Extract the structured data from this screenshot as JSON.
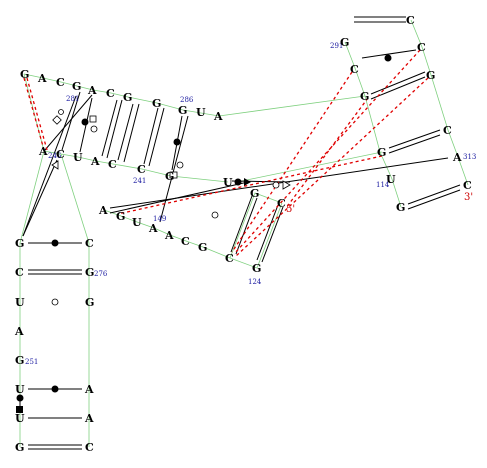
{
  "five_prime_label": "5'",
  "three_prime_label": "3'",
  "residue_numbers": {
    "n291": "291",
    "n281": "281",
    "n286": "286",
    "n246": "246",
    "n241": "241",
    "n149": "149",
    "n124": "124",
    "n313": "313",
    "n114": "114",
    "n276": "276",
    "n251": "251"
  },
  "nucleotides": {
    "n01": "G",
    "n02": "A",
    "n03": "C",
    "n04": "G",
    "n05": "A",
    "n06": "C",
    "n07": "G",
    "n08": "G",
    "n09": "G",
    "n10": "U",
    "n11": "A",
    "n12": "A",
    "n13": "C",
    "n14": "U",
    "n15": "A",
    "n16": "C",
    "n17": "C",
    "n18": "G",
    "n19": "A",
    "n20": "G",
    "n21": "U",
    "n22": "A",
    "n23": "A",
    "n24": "C",
    "n25": "G",
    "n26": "C",
    "n27": "G",
    "n28": "G",
    "n29": "C",
    "n30": "U",
    "n31": "G",
    "n32": "C",
    "n33": "G",
    "n34": "C",
    "n35": "C",
    "n36": "G",
    "n37": "A",
    "n38": "U",
    "n39": "G",
    "n40": "C",
    "n41": "C",
    "n42": "G",
    "n43": "G",
    "n44": "C",
    "n45": "U",
    "n46": "A",
    "n47": "G",
    "n48": "U",
    "n49": "U",
    "n50": "G",
    "n51": "C",
    "n52": "G",
    "n53": "G",
    "n54": "A",
    "n55": "A",
    "n56": "C"
  }
}
